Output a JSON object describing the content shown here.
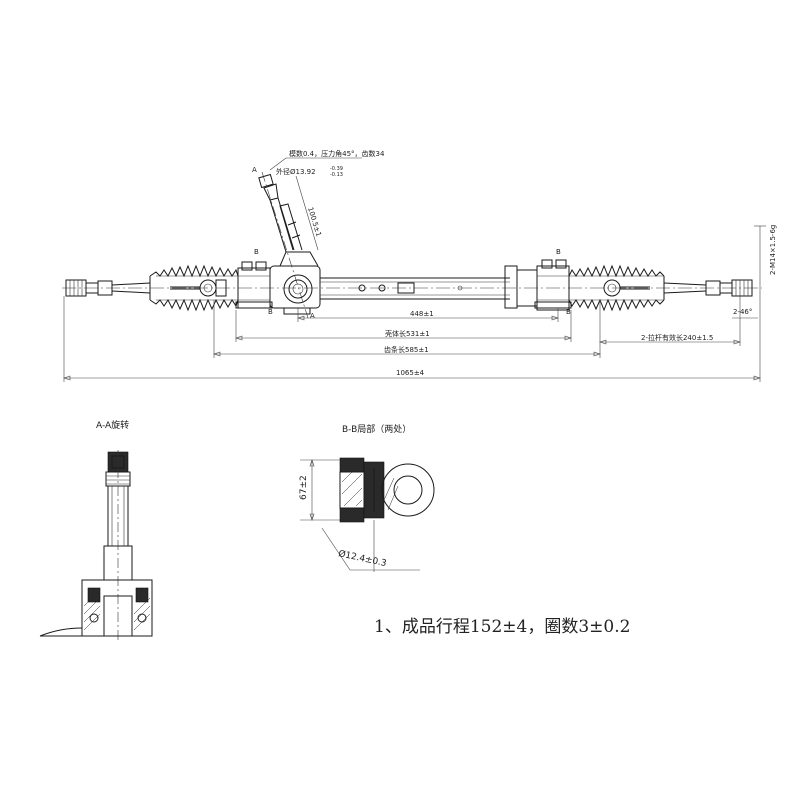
{
  "annotations": {
    "gear_spec_line1": "模数0.4，压力角45°，齿数34",
    "gear_spec_line2": "外径Ø13.92",
    "gear_tol_upper": "-0.39",
    "gear_tol_lower": "-0.13",
    "pinion_dim": "100.5±1",
    "thread": "2-M14×1.5-6g",
    "thread_len": "2-46°",
    "dim_448": "448±1",
    "dim_housing": "壳体长531±1",
    "dim_rack": "齿条长585±1",
    "dim_tierod": "2-拉杆有效长240±1.5",
    "dim_total": "1065±4",
    "mark_a": "A",
    "mark_b": "B"
  },
  "view_aa": {
    "title": "A-A旋转"
  },
  "view_bb": {
    "title": "B-B局部（两处）",
    "dim_height": "67±2",
    "dim_diameter": "Ø12.4±0.3"
  },
  "notes": {
    "note1": "1、成品行程152±4，圈数3±0.2"
  }
}
